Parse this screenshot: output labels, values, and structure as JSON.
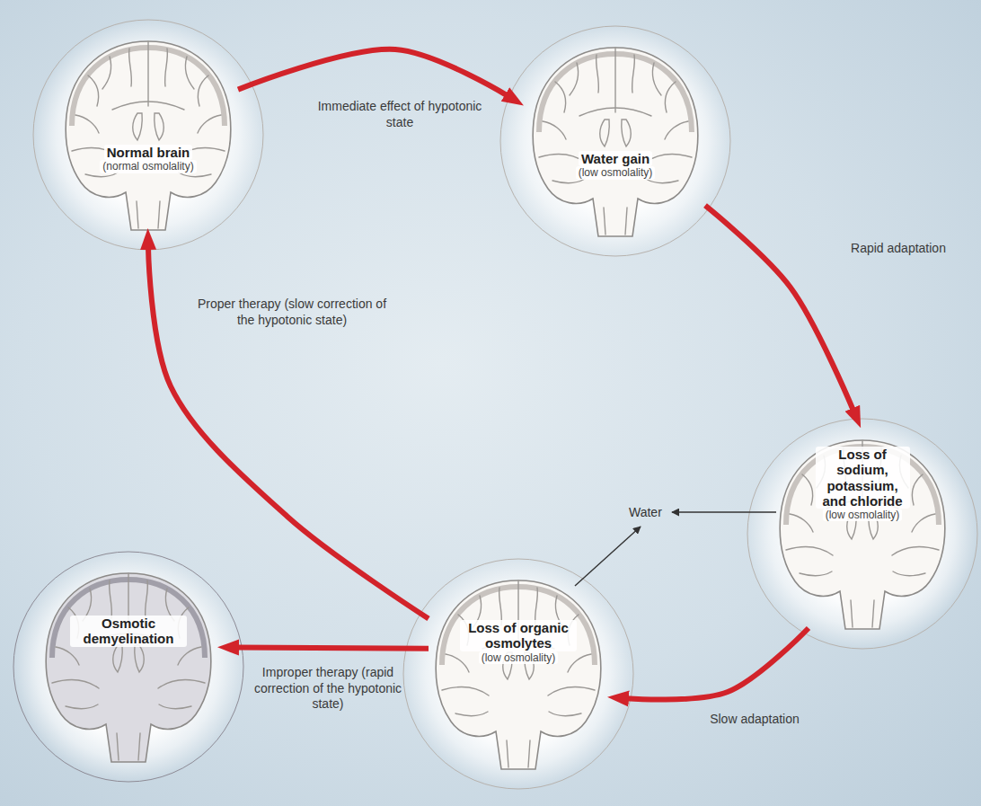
{
  "diagram": {
    "nodes": [
      {
        "text": [
          "Normal brain",
          "(normal osmolality)"
        ]
      },
      {
        "text": [
          "Water gain",
          "(low osmolality)"
        ]
      },
      {
        "text": [
          "Loss of sodium, potassium, and chloride",
          "(low osmolality)"
        ]
      },
      {
        "text": [
          "Loss of organic osmolytes",
          "(low osmolality)"
        ]
      },
      {
        "text": [
          "Osmotic demyelination"
        ]
      }
    ],
    "edges": [
      {
        "from": 0,
        "to": 1,
        "arrow": "to",
        "label": "Immediate effect of hypotonic state"
      },
      {
        "from": 1,
        "to": 2,
        "arrow": "to",
        "label": "Rapid adaptation"
      },
      {
        "from": 2,
        "to": 3,
        "arrow": "to",
        "label": "Slow adaptation"
      },
      {
        "from": 3,
        "to": 0,
        "arrow": "to",
        "label": "Proper therapy (slow correction of the hypotonic state)"
      },
      {
        "from": 3,
        "to": 4,
        "arrow": "to",
        "label": "Improper therapy (rapid correction of the hypotonic state)"
      }
    ],
    "labels": [
      "Water"
    ]
  }
}
